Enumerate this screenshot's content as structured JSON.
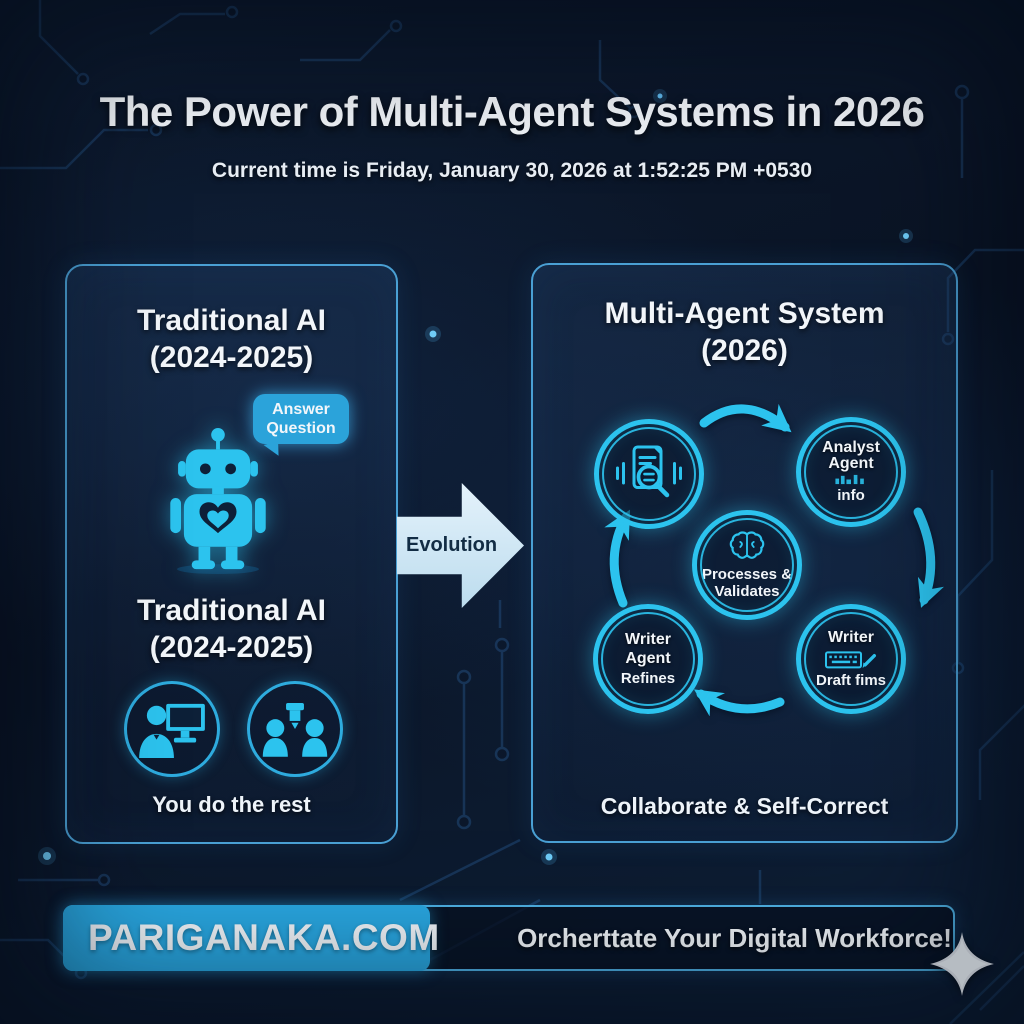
{
  "header": {
    "title": "The Power of Multi-Agent Systems in 2026",
    "subtitle": "Current time is Friday, January 30, 2026 at 1:52:25 PM +0530"
  },
  "left_panel": {
    "title_line1": "Traditional AI",
    "title_line2": "(2024-2025)",
    "speech_bubble": {
      "line1": "Answer",
      "line2": "Question"
    },
    "subtitle_line1": "Traditional AI",
    "subtitle_line2": "(2024-2025)",
    "caption": "You do the rest",
    "icons": [
      "robot-icon",
      "person-computer-icon",
      "team-icon"
    ]
  },
  "evolution": {
    "label": "Evolution",
    "icon": "right-arrow-shape"
  },
  "right_panel": {
    "title_line1": "Multi-Agent System",
    "title_line2": "(2026)",
    "nodes": {
      "research": {
        "icon": "document-search-icon"
      },
      "analyst": {
        "line1": "Analyst",
        "line2": "Agent",
        "line3": "info",
        "icon": "mini-chart-icon"
      },
      "processor": {
        "icon": "brain-icon",
        "line1": "Processes &",
        "line2": "Validates"
      },
      "writer_refine": {
        "line1": "Writer",
        "line2": "Agent",
        "line3": "Refines"
      },
      "writer_draft": {
        "line1": "Writer",
        "line2": "Draft fims",
        "icon": "keyboard-pencil-icon"
      }
    },
    "cycle_icon": "circular-arrows",
    "caption": "Collaborate & Self-Correct"
  },
  "footer": {
    "brand": "PARIGANAKA.COM",
    "tagline": "Orcherttate Your Digital Workforce!",
    "icon": "sparkle-icon"
  },
  "colors": {
    "background": "#0b1628",
    "accent_cyan": "#2cc3ee",
    "panel_border": "#4aa0d4",
    "bubble_blue": "#2ba3da",
    "arrow_light": "#cde5f3",
    "arrow_text": "#122c44",
    "badge_blue": "#29a7e0",
    "text_white": "#f2f6fa",
    "star_grey": "#a9aeb6",
    "trace_blue": "#214a78"
  }
}
